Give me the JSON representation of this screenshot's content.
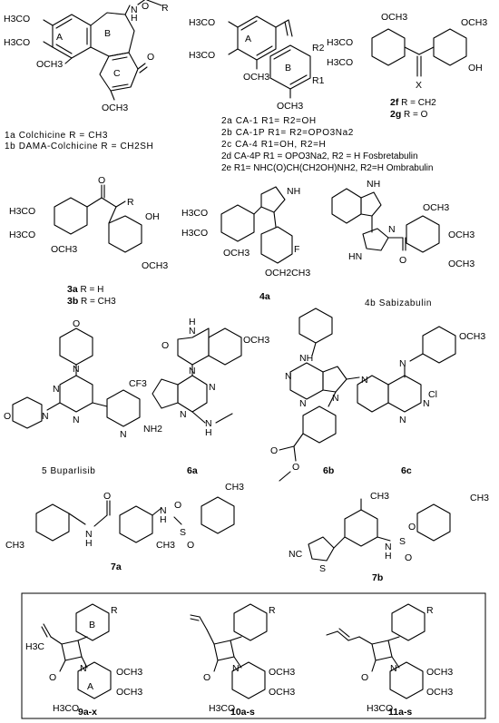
{
  "compounds": {
    "c1": {
      "ring_labels": [
        "A",
        "B",
        "C"
      ],
      "atoms": [
        "H3CO",
        "H3CO",
        "OCH3",
        "O",
        "OCH3",
        "N",
        "H",
        "O",
        "R"
      ],
      "captions": [
        "1a Colchicine R = CH3",
        "1b DAMA-Colchicine R = CH2SH"
      ]
    },
    "c2": {
      "ring_labels": [
        "A",
        "B"
      ],
      "atoms": [
        "H3CO",
        "H3CO",
        "OCH3",
        "R2",
        "R1",
        "OCH3"
      ],
      "captions": [
        "2a  CA-1   R1= R2=OH",
        "2b  CA-1P  R1= R2=OPO3Na2",
        "2c  CA-4   R1=OH, R2=H",
        "2d  CA-4P  R1 = OPO3Na2, R2 = H Fosbretabulin",
        "2e  R1= NHC(O)CH(CH2OH)NH2, R2=H Ombrabulin"
      ]
    },
    "c2fg": {
      "atoms": [
        "OCH3",
        "H3CO",
        "H3CO",
        "OCH3",
        "OH",
        "X"
      ],
      "captions": [
        {
          "id": "2f",
          "rest": " R = CH2"
        },
        {
          "id": "2g",
          "rest": " R = O"
        }
      ]
    },
    "c3": {
      "atoms": [
        "O",
        "R",
        "H3CO",
        "H3CO",
        "OCH3",
        "OH",
        "OCH3"
      ],
      "captions": [
        {
          "id": "3a",
          "rest": "  R = H"
        },
        {
          "id": "3b",
          "rest": "  R = CH3"
        }
      ]
    },
    "c4a": {
      "atoms": [
        "NH",
        "H3CO",
        "H3CO",
        "OCH3",
        "F",
        "OCH2CH3"
      ],
      "caption": "4a"
    },
    "c4b": {
      "atoms": [
        "NH",
        "OCH3",
        "OCH3",
        "OCH3",
        "N",
        "HN",
        "O"
      ],
      "caption": "4b Sabizabulin"
    },
    "c5": {
      "atoms": [
        "O",
        "N",
        "CF3",
        "N",
        "N",
        "O",
        "N",
        "N",
        "NH2"
      ],
      "caption": "5 Buparlisib"
    },
    "c6a": {
      "atoms": [
        "O",
        "H",
        "N",
        "OCH3",
        "N",
        "N",
        "N",
        "N",
        "H"
      ],
      "caption": "6a"
    },
    "c6b": {
      "atoms": [
        "NH",
        "N",
        "N",
        "N",
        "O",
        "O"
      ],
      "caption": "6b"
    },
    "c6c": {
      "atoms": [
        "OCH3",
        "N",
        "N",
        "N",
        "N",
        "Cl"
      ],
      "caption": "6c"
    },
    "c7a": {
      "atoms": [
        "O",
        "N",
        "H",
        "N",
        "H",
        "O",
        "S",
        "O",
        "CH3",
        "CH3",
        "CH3"
      ],
      "caption": "7a"
    },
    "c7b": {
      "atoms": [
        "CH3",
        "CH3",
        "N",
        "H",
        "S",
        "O",
        "O",
        "NC",
        "S"
      ],
      "caption": "7b"
    },
    "boxed": [
      {
        "id": "9a-x",
        "atoms": [
          "B",
          "R",
          "H3C",
          "O",
          "N",
          "A",
          "OCH3",
          "OCH3",
          "H3CO"
        ]
      },
      {
        "id": "10a-s",
        "atoms": [
          "R",
          "O",
          "N",
          "OCH3",
          "OCH3",
          "H3CO"
        ]
      },
      {
        "id": "11a-s",
        "atoms": [
          "R",
          "O",
          "N",
          "OCH3",
          "OCH3",
          "H3CO"
        ]
      }
    ]
  }
}
